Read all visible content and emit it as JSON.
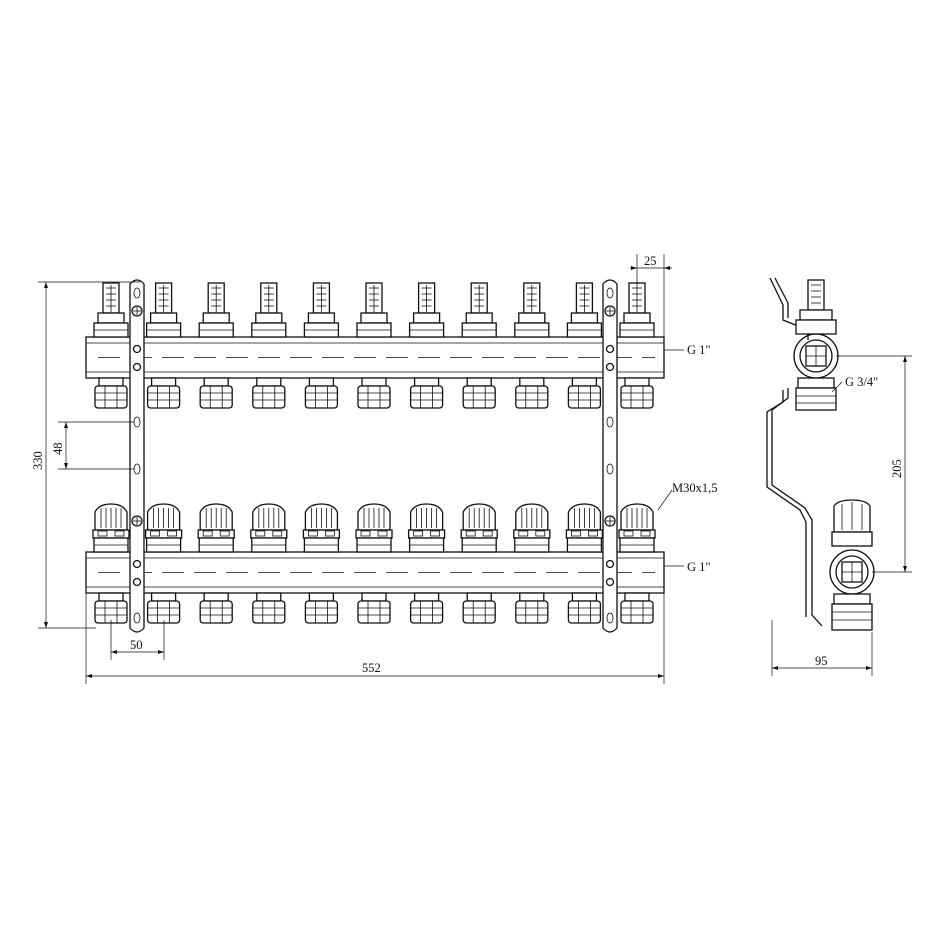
{
  "labels": {
    "dim_top_pitch": "25",
    "thread_top": "G 1\"",
    "thread_bottom": "G 1\"",
    "thread_valve": "M30x1,5",
    "dim_height": "330",
    "dim_bracket": "48",
    "dim_spacing": "50",
    "dim_length": "552",
    "side_thread": "G 3/4\"",
    "side_height": "205",
    "side_depth": "95"
  },
  "manifold": {
    "outlets": 11
  }
}
